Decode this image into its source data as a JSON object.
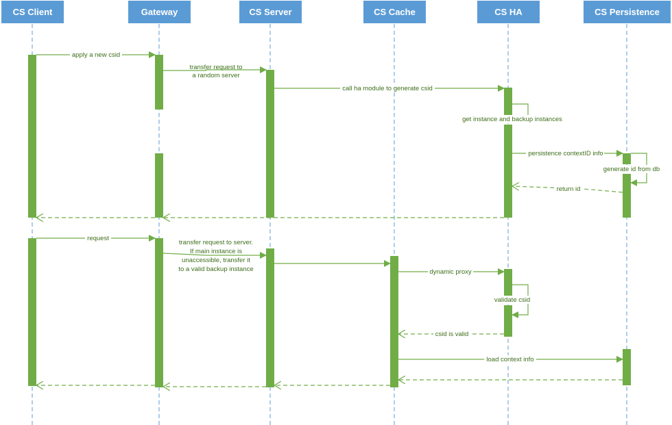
{
  "colors": {
    "header_fill": "#5b9bd5",
    "lifeline": "#5b9bd5",
    "activation": "#70ad47",
    "arrow": "#70ad47",
    "label": "#3d6e1a"
  },
  "participants": [
    "CS Client",
    "Gateway",
    "CS Server",
    "CS Cache",
    "CS HA",
    "CS Persistence"
  ],
  "messages": {
    "apply_new_csid": "apply a new csid",
    "transfer_random_1": "transfer request to",
    "transfer_random_2": "a random server",
    "call_ha": "call ha module to generate csid",
    "get_instances": "get instance and backup instances",
    "persist_context": "persistence contextID info",
    "generate_id": "generate id from db",
    "return_id": "return id",
    "request": "request",
    "transfer_server_1": "transfer request to server.",
    "transfer_server_2": "If main instance is",
    "transfer_server_3": "unaccessible, transfer it",
    "transfer_server_4": "to a valid backup instance",
    "dynamic_proxy": "dynamic proxy",
    "validate_csid": "validate csid",
    "csid_valid": "csid is valid",
    "load_context": "load context info"
  }
}
